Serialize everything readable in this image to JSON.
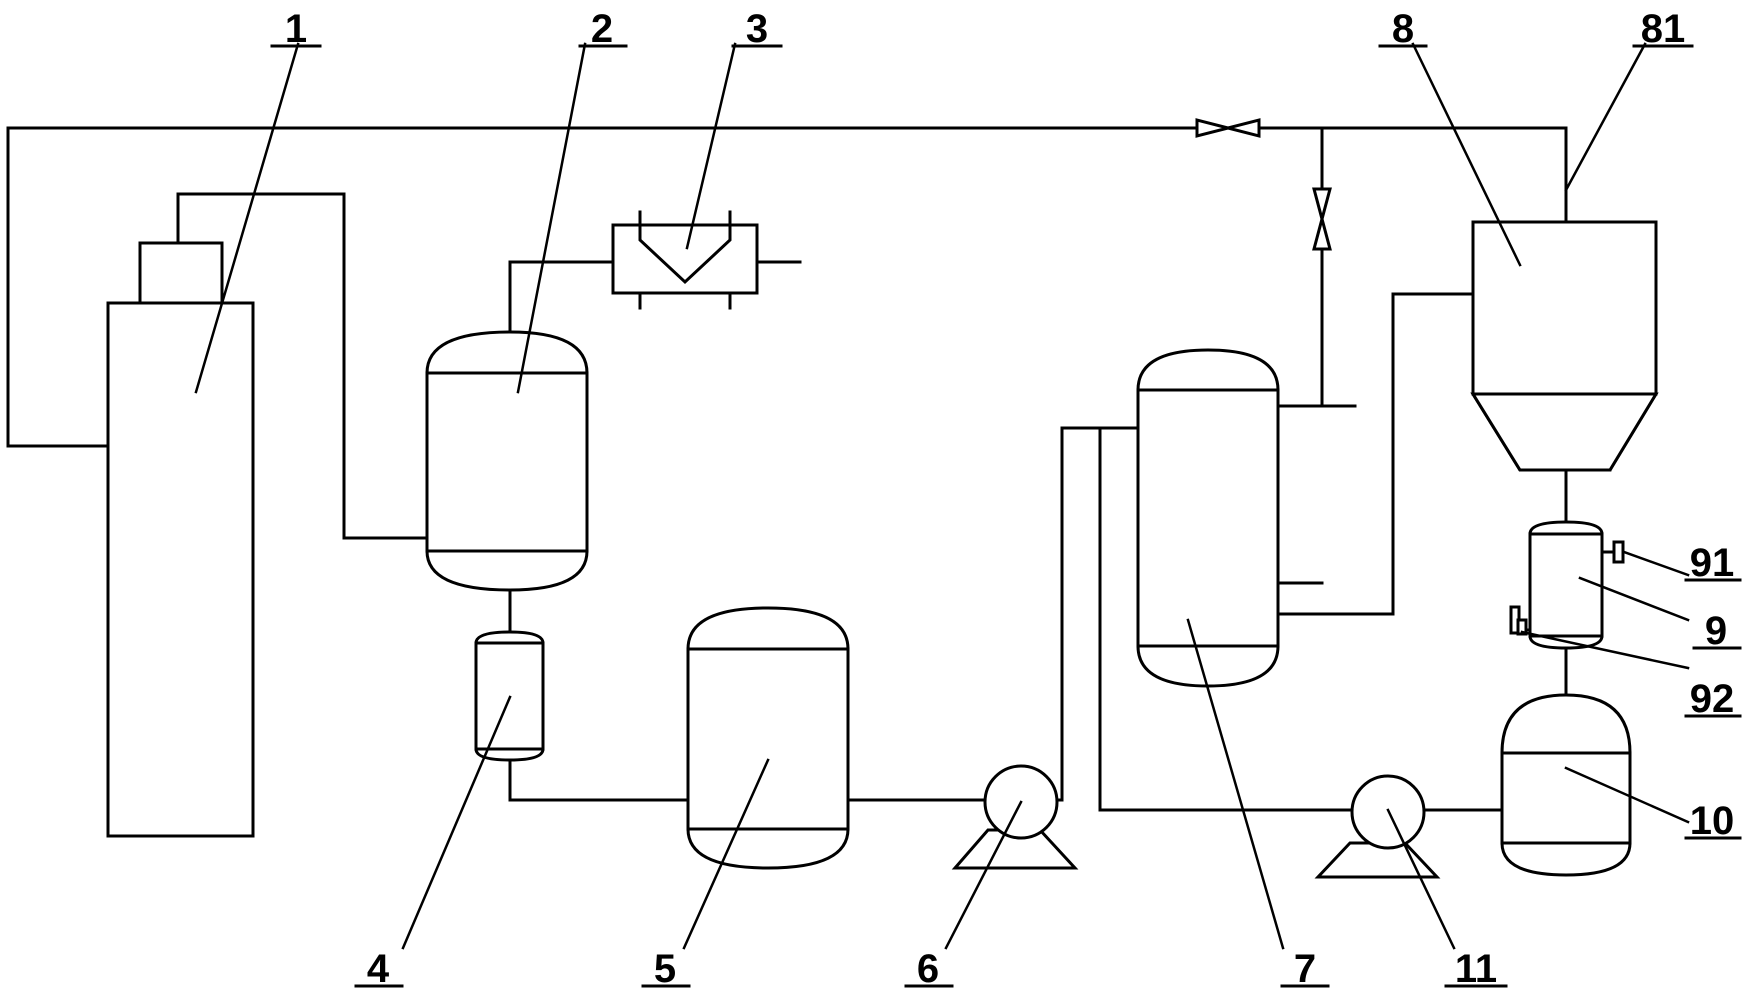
{
  "labels": {
    "l1": "1",
    "l2": "2",
    "l3": "3",
    "l4": "4",
    "l5": "5",
    "l6": "6",
    "l7": "7",
    "l8": "8",
    "l81": "81",
    "l9": "9",
    "l91": "91",
    "l92": "92",
    "l10": "10",
    "l11": "11"
  }
}
